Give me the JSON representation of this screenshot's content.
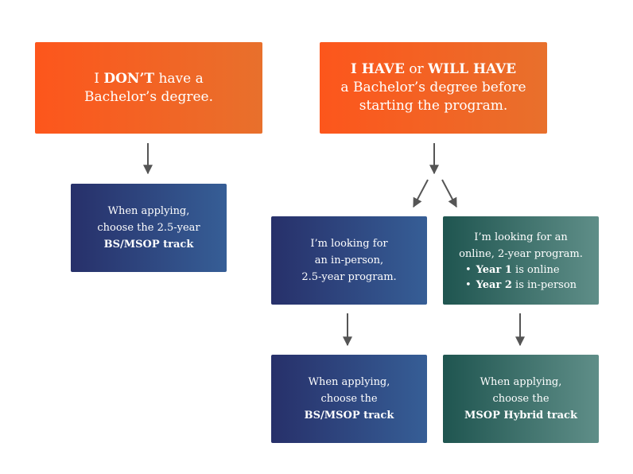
{
  "boxes": {
    "no_degree": {
      "line1_pre": "I ",
      "line1_bold": "DON’T",
      "line1_post": " have a",
      "line2": "Bachelor’s degree."
    },
    "has_degree": {
      "line1_bold_a": "I HAVE",
      "line1_mid": " or ",
      "line1_bold_b": "WILL HAVE",
      "line2": "a Bachelor’s degree before",
      "line3": "starting the program."
    },
    "apply_bs_direct": {
      "line1": "When applying,",
      "line2": "choose the 2.5-year",
      "line3": "BS/MSOP track"
    },
    "in_person": {
      "line1": "I’m looking for",
      "line2": "an in-person,",
      "line3": "2.5-year program."
    },
    "online": {
      "line1": "I’m looking for an",
      "line2": "online, 2-year program.",
      "bullets": [
        {
          "bold": "Year 1",
          "rest": " is online"
        },
        {
          "bold": "Year 2",
          "rest": " is in-person"
        }
      ]
    },
    "apply_bs": {
      "line1": "When applying,",
      "line2": "choose the",
      "line3": "BS/MSOP track"
    },
    "apply_hybrid": {
      "line1": "When applying,",
      "line2": "choose the",
      "line3": "MSOP Hybrid track"
    }
  },
  "colors": {
    "orange_start": "#fd561c",
    "orange_end": "#e8702c",
    "navy_start": "#27306a",
    "navy_end": "#365e96",
    "teal_start": "#1f5550",
    "teal_end": "#5f8e88",
    "arrow": "#555555"
  }
}
